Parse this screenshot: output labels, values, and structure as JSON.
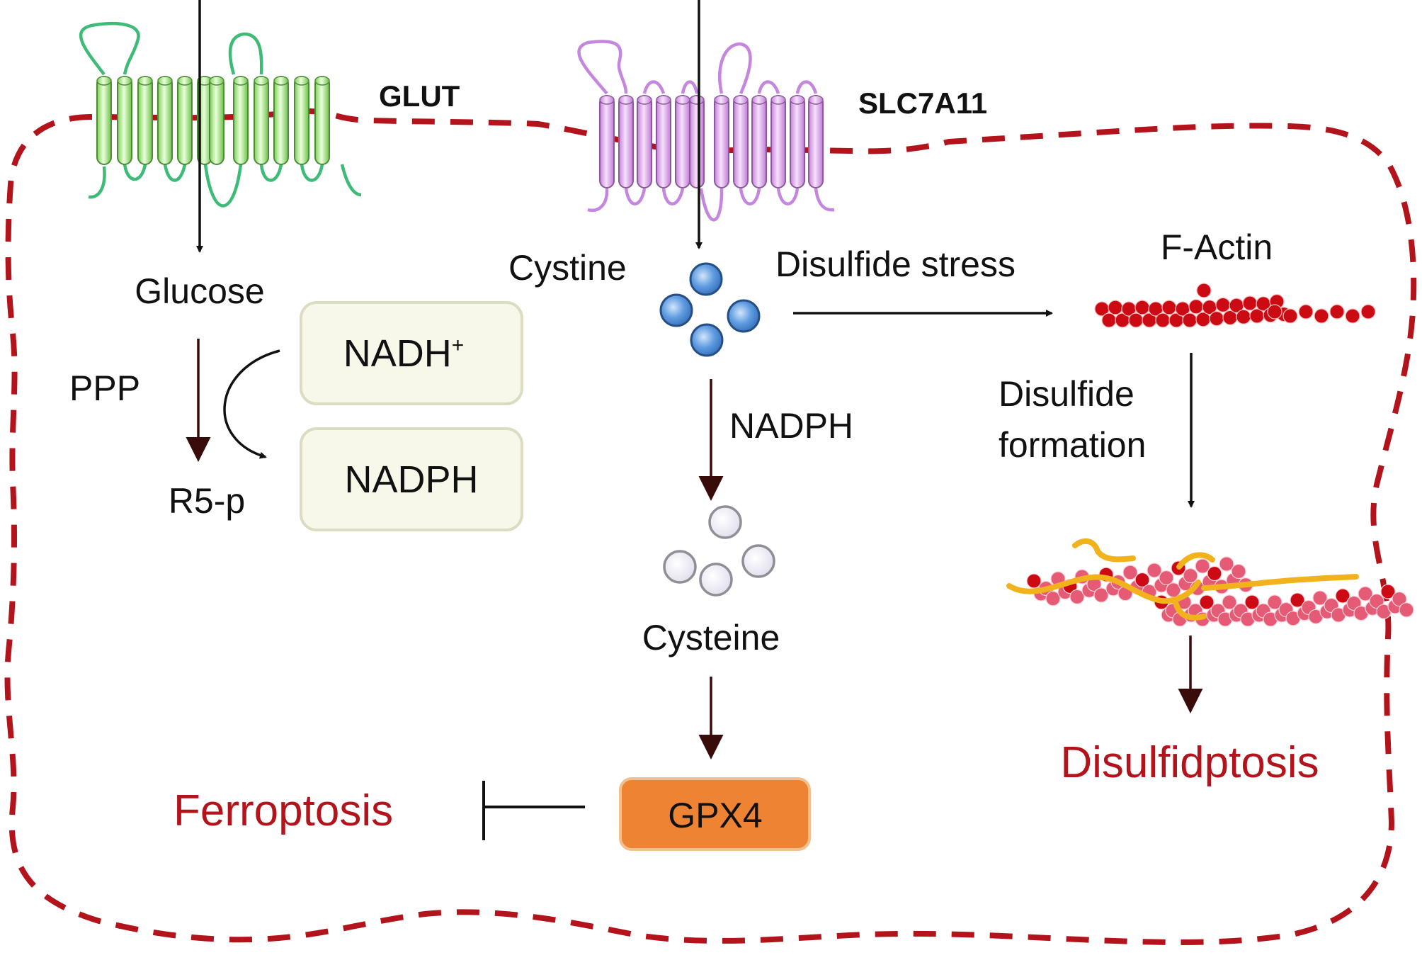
{
  "colors": {
    "membrane": "#b3141c",
    "glut": "#66cc55",
    "glut_loop": "#3dbb77",
    "slc": "#d79bea",
    "slc_loop": "#c586e0",
    "cystine": "#4a86cf",
    "cysteine": "#e6e4f2",
    "nad_box": "#f8f8ea",
    "nad_border": "#dcdcc2",
    "gpx4": "#ee8433",
    "outcome": "#b3141c",
    "actin": "#cc0a14",
    "actin_light": "#e55a74",
    "crosslink": "#f2b21c",
    "arrow_dark": "#3a0b0b"
  },
  "transporters": {
    "glut": "GLUT",
    "slc7a11": "SLC7A11"
  },
  "metabolites": {
    "glucose": "Glucose",
    "ppp": "PPP",
    "r5p": "R5-p",
    "nadh": "NADH",
    "nadh_sup": "+",
    "nadph_box": "NADPH",
    "cystine": "Cystine",
    "nadph_label": "NADPH",
    "cysteine": "Cysteine",
    "gpx4": "GPX4"
  },
  "actin": {
    "disulfide_stress": "Disulfide stress",
    "f_actin": "F-Actin",
    "disulfide_formation_1": "Disulfide",
    "disulfide_formation_2": "formation"
  },
  "outcomes": {
    "ferroptosis": "Ferroptosis",
    "disulfidptosis": "Disulfidptosis"
  }
}
